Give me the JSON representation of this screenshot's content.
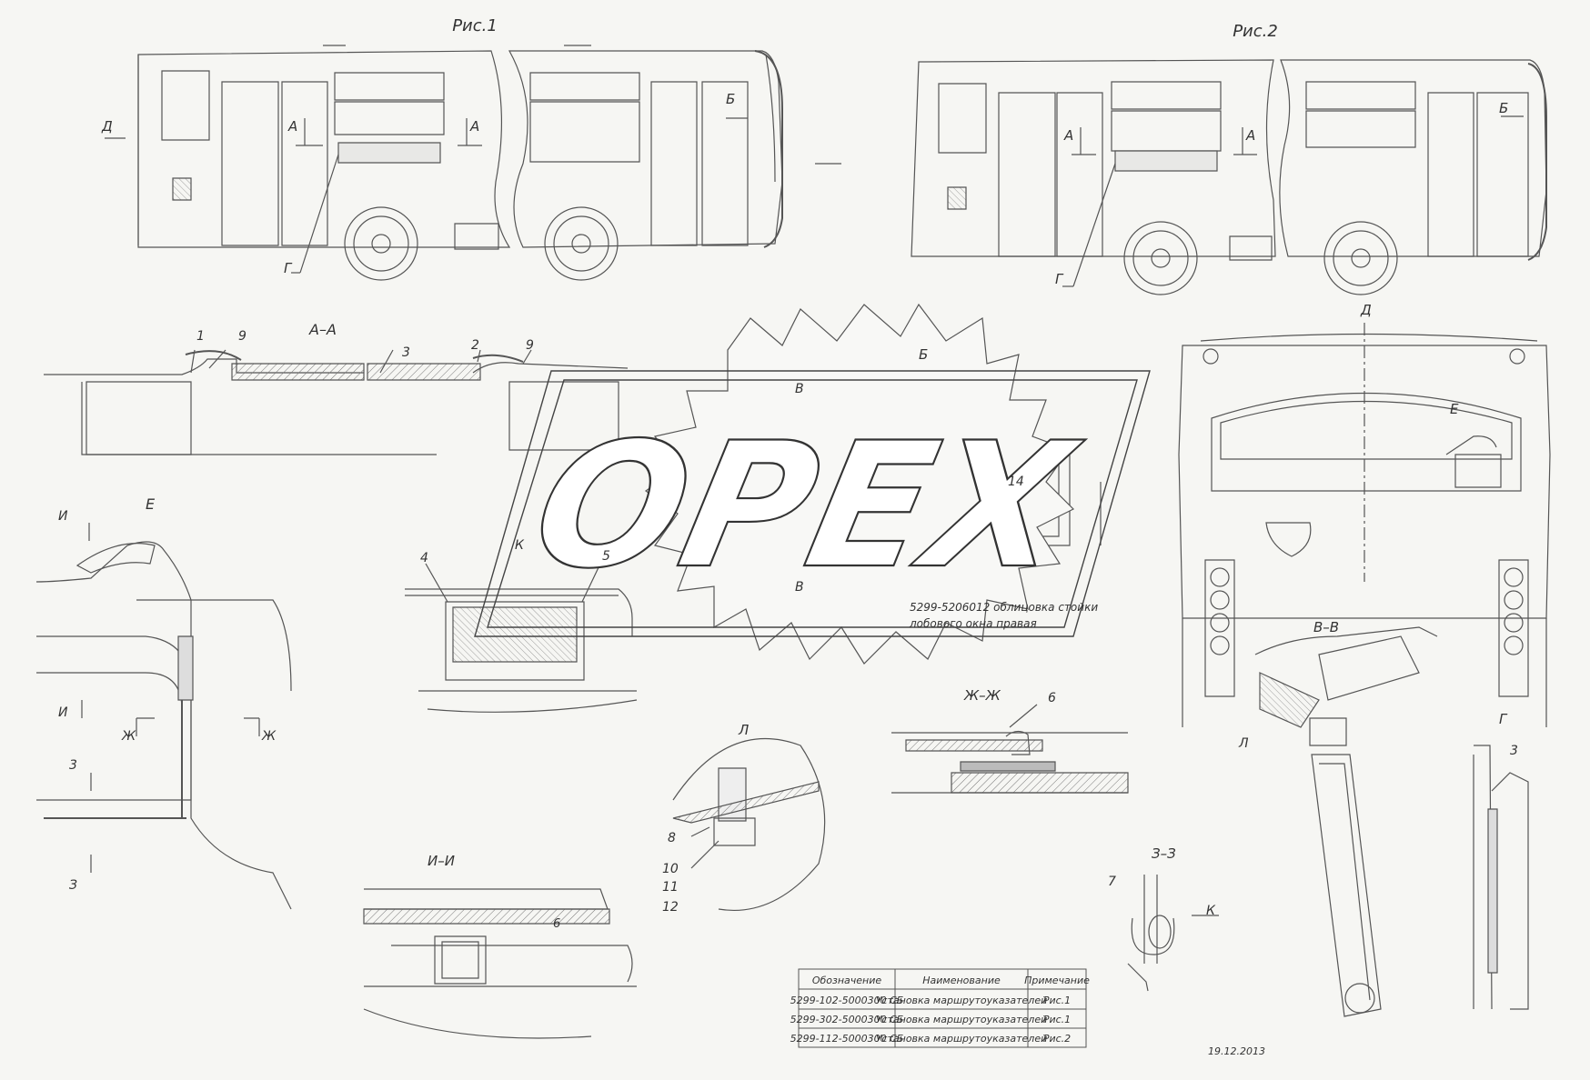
{
  "figures": {
    "fig1_title": "Рис.1",
    "fig2_title": "Рис.2"
  },
  "labels": {
    "A": "А",
    "B": "Б",
    "G": "Г",
    "D": "Д",
    "E": "Е",
    "V": "В",
    "I": "И",
    "Zh": "Ж",
    "Z": "З",
    "K": "К",
    "L": "Л"
  },
  "sections": {
    "aa": "А–А",
    "vv": "В–В",
    "zhzh": "Ж–Ж",
    "zz": "З–З",
    "ii": "И–И"
  },
  "callouts": [
    "1",
    "2",
    "3",
    "4",
    "5",
    "6",
    "7",
    "8",
    "9",
    "10",
    "11",
    "12",
    "14"
  ],
  "note": {
    "line1": "5299-5206012 облицовка стойки",
    "line2": "лобового окна правая"
  },
  "table": {
    "headers": [
      "Обозначение",
      "Наименование",
      "Примечание"
    ],
    "rows": [
      [
        "5299-102-5000300 СБ",
        "Установка маршрутоуказателей",
        "Рис.1"
      ],
      [
        "5299-302-5000300 СБ",
        "Установка маршрутоуказателей",
        "Рис.1"
      ],
      [
        "5299-112-5000300 СБ",
        "Установка маршрутоуказателей",
        "Рис.2"
      ]
    ]
  },
  "date": "19.12.2013",
  "watermark": "OPEX",
  "colors": {
    "line": "#555555",
    "background": "#f6f6f3",
    "watermark": "#ffffff"
  }
}
